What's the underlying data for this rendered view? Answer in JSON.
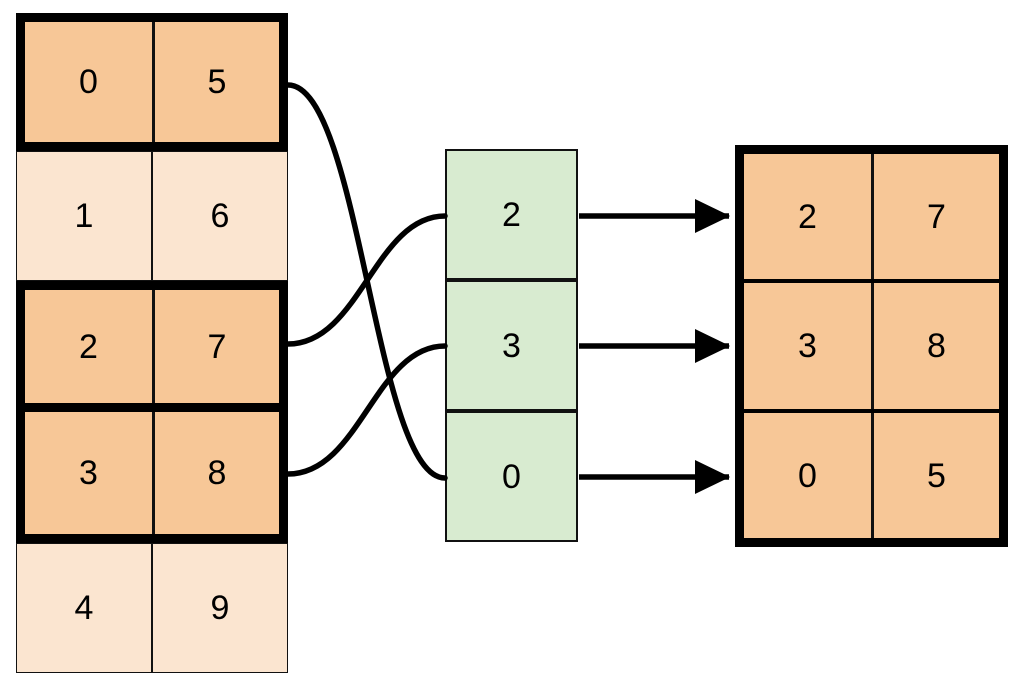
{
  "diagram": {
    "title": "gather-rows-by-index",
    "colors": {
      "fill_selected": "#f7c797",
      "fill_unselected": "#fbe5d0",
      "fill_index": "#d8ebd0",
      "stroke": "#000000"
    },
    "source_table": {
      "name": "source-table",
      "columns": 2,
      "rows": [
        {
          "index": 0,
          "cells": [
            "0",
            "5"
          ],
          "highlighted": true
        },
        {
          "index": 1,
          "cells": [
            "1",
            "6"
          ],
          "highlighted": false
        },
        {
          "index": 2,
          "cells": [
            "2",
            "7"
          ],
          "highlighted": true
        },
        {
          "index": 3,
          "cells": [
            "3",
            "8"
          ],
          "highlighted": true
        },
        {
          "index": 4,
          "cells": [
            "4",
            "9"
          ],
          "highlighted": false
        }
      ]
    },
    "index_column": {
      "name": "index-column",
      "cells": [
        "2",
        "3",
        "0"
      ]
    },
    "result_table": {
      "name": "result-table",
      "columns": 2,
      "rows": [
        {
          "cells": [
            "2",
            "7"
          ]
        },
        {
          "cells": [
            "3",
            "8"
          ]
        },
        {
          "cells": [
            "0",
            "5"
          ]
        }
      ]
    },
    "connections": [
      {
        "from_row": 0,
        "to_index_cell": 2,
        "kind": "curve"
      },
      {
        "from_row": 2,
        "to_index_cell": 0,
        "kind": "curve"
      },
      {
        "from_row": 3,
        "to_index_cell": 1,
        "kind": "curve"
      },
      {
        "from_index_cell": 0,
        "to_result_row": 0,
        "kind": "arrow"
      },
      {
        "from_index_cell": 1,
        "to_result_row": 1,
        "kind": "arrow"
      },
      {
        "from_index_cell": 2,
        "to_result_row": 2,
        "kind": "arrow"
      }
    ]
  }
}
